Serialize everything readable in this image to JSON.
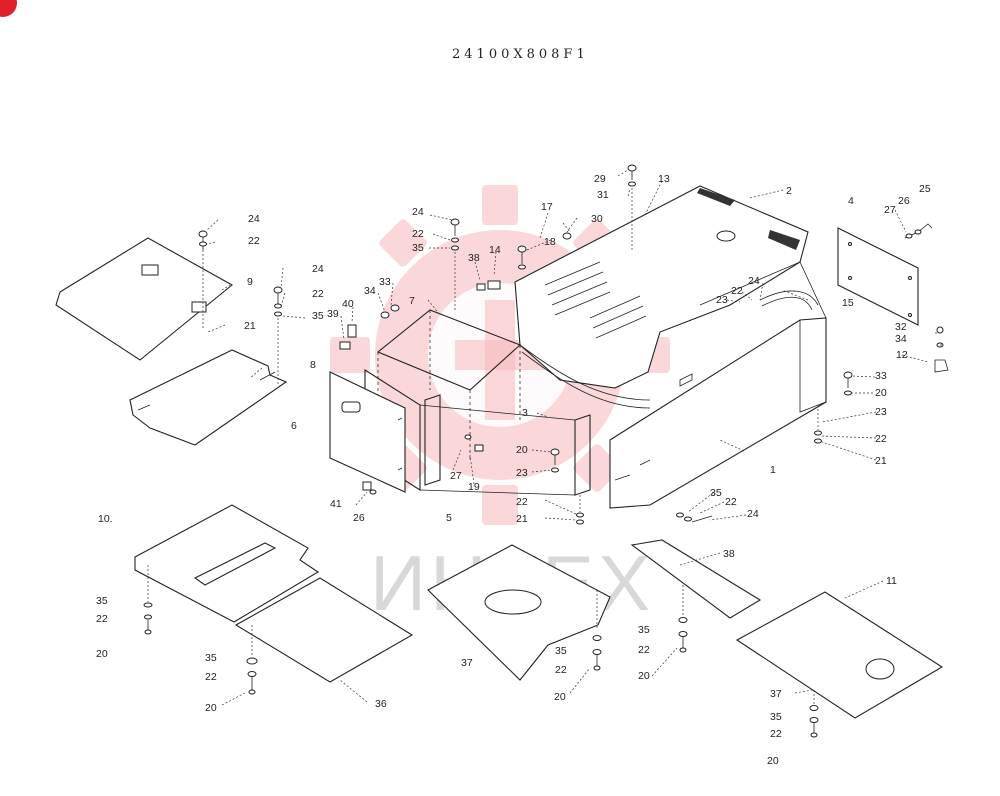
{
  "title": "24100X808F1",
  "watermark_text": "ИНТЕХ",
  "colors": {
    "line": "#222222",
    "watermark_logo": "#f6b8bb",
    "watermark_text": "#d8d8d8",
    "corner_badge": "#e0202a"
  },
  "callouts": [
    {
      "id": "c2",
      "text": "2"
    },
    {
      "id": "c4",
      "text": "4"
    },
    {
      "id": "c25",
      "text": "25"
    },
    {
      "id": "c27a",
      "text": "27"
    },
    {
      "id": "c26a",
      "text": "26"
    },
    {
      "id": "c29",
      "text": "29"
    },
    {
      "id": "c31",
      "text": "31"
    },
    {
      "id": "c13",
      "text": "13"
    },
    {
      "id": "c17",
      "text": "17"
    },
    {
      "id": "c30",
      "text": "30"
    },
    {
      "id": "c18",
      "text": "18"
    },
    {
      "id": "c14",
      "text": "14"
    },
    {
      "id": "c24a",
      "text": "24"
    },
    {
      "id": "c22a",
      "text": "22"
    },
    {
      "id": "c35a",
      "text": "35"
    },
    {
      "id": "c24b",
      "text": "24"
    },
    {
      "id": "c22b",
      "text": "22"
    },
    {
      "id": "c9",
      "text": "9"
    },
    {
      "id": "c21a",
      "text": "21"
    },
    {
      "id": "c24c",
      "text": "24"
    },
    {
      "id": "c22c",
      "text": "22"
    },
    {
      "id": "c35b",
      "text": "35"
    },
    {
      "id": "c8",
      "text": "8"
    },
    {
      "id": "c6",
      "text": "6"
    },
    {
      "id": "c7",
      "text": "7"
    },
    {
      "id": "c33a",
      "text": "33"
    },
    {
      "id": "c34a",
      "text": "34"
    },
    {
      "id": "c40",
      "text": "40"
    },
    {
      "id": "c39",
      "text": "39"
    },
    {
      "id": "c38a",
      "text": "38"
    },
    {
      "id": "c24d",
      "text": "24"
    },
    {
      "id": "c22d",
      "text": "22"
    },
    {
      "id": "c23a",
      "text": "23"
    },
    {
      "id": "c15",
      "text": "15"
    },
    {
      "id": "c32",
      "text": "32"
    },
    {
      "id": "c34b",
      "text": "34"
    },
    {
      "id": "c12",
      "text": "12"
    },
    {
      "id": "c33b",
      "text": "33"
    },
    {
      "id": "c20a",
      "text": "20"
    },
    {
      "id": "c23b",
      "text": "23"
    },
    {
      "id": "c22e",
      "text": "22"
    },
    {
      "id": "c21b",
      "text": "21"
    },
    {
      "id": "c3",
      "text": "3"
    },
    {
      "id": "c20b",
      "text": "20"
    },
    {
      "id": "c23c",
      "text": "23"
    },
    {
      "id": "c27b",
      "text": "27"
    },
    {
      "id": "c19",
      "text": "19"
    },
    {
      "id": "c1",
      "text": "1"
    },
    {
      "id": "c41",
      "text": "41"
    },
    {
      "id": "c26b",
      "text": "26"
    },
    {
      "id": "c5",
      "text": "5"
    },
    {
      "id": "c22f",
      "text": "22"
    },
    {
      "id": "c21c",
      "text": "21"
    },
    {
      "id": "c35c",
      "text": "35"
    },
    {
      "id": "c22g",
      "text": "22"
    },
    {
      "id": "c24e",
      "text": "24"
    },
    {
      "id": "c10",
      "text": "10."
    },
    {
      "id": "c38b",
      "text": "38"
    },
    {
      "id": "c11",
      "text": "11"
    },
    {
      "id": "c35d",
      "text": "35"
    },
    {
      "id": "c22h",
      "text": "22"
    },
    {
      "id": "c20c",
      "text": "20"
    },
    {
      "id": "c35e",
      "text": "35"
    },
    {
      "id": "c22i",
      "text": "22"
    },
    {
      "id": "c20d",
      "text": "20"
    },
    {
      "id": "c36",
      "text": "36"
    },
    {
      "id": "c37a",
      "text": "37"
    },
    {
      "id": "c35f",
      "text": "35"
    },
    {
      "id": "c22j",
      "text": "22"
    },
    {
      "id": "c20e",
      "text": "20"
    },
    {
      "id": "c35g",
      "text": "35"
    },
    {
      "id": "c22k",
      "text": "22"
    },
    {
      "id": "c20f",
      "text": "20"
    },
    {
      "id": "c37b",
      "text": "37"
    },
    {
      "id": "c35h",
      "text": "35"
    },
    {
      "id": "c22l",
      "text": "22"
    },
    {
      "id": "c20g",
      "text": "20"
    }
  ]
}
